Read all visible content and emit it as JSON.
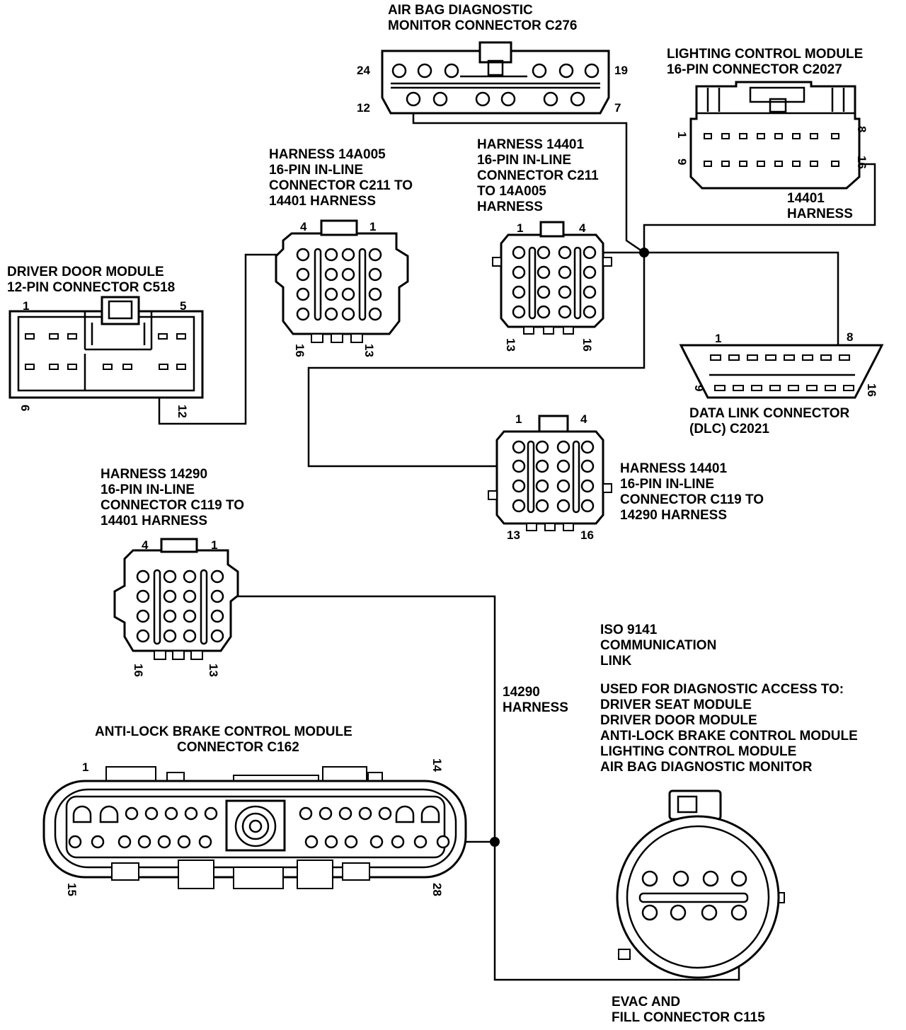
{
  "connectors": {
    "airbag": {
      "title_line1": "AIR BAG DIAGNOSTIC",
      "title_line2": "MONITOR CONNECTOR C276",
      "pin_tl": "24",
      "pin_tr": "19",
      "pin_bl": "12",
      "pin_br": "7"
    },
    "lighting": {
      "title_line1": "LIGHTING CONTROL MODULE",
      "title_line2": "16-PIN CONNECTOR C2027",
      "pin_1": "1",
      "pin_9": "9",
      "pin_8": "8",
      "pin_16": "16",
      "harness_line1": "14401",
      "harness_line2": "HARNESS"
    },
    "c211_14a005": {
      "title_line1": "HARNESS 14A005",
      "title_line2": "16-PIN IN-LINE",
      "title_line3": "CONNECTOR C211 TO",
      "title_line4": "14401 HARNESS",
      "pin_4": "4",
      "pin_1": "1",
      "pin_16": "16",
      "pin_13": "13"
    },
    "c211_14401": {
      "title_line1": "HARNESS 14401",
      "title_line2": "16-PIN IN-LINE",
      "title_line3": "CONNECTOR C211",
      "title_line4": "TO 14A005",
      "title_line5": "HARNESS",
      "pin_1": "1",
      "pin_4": "4",
      "pin_13": "13",
      "pin_16": "16"
    },
    "driver_door": {
      "title_line1": "DRIVER DOOR MODULE",
      "title_line2": "12-PIN CONNECTOR C518",
      "pin_1": "1",
      "pin_5": "5",
      "pin_6": "6",
      "pin_12": "12"
    },
    "dlc": {
      "title_line1": "DATA LINK CONNECTOR",
      "title_line2": "(DLC) C2021",
      "pin_1": "1",
      "pin_8": "8",
      "pin_9": "9",
      "pin_16": "16"
    },
    "c119_14401": {
      "title_line1": "HARNESS 14401",
      "title_line2": "16-PIN IN-LINE",
      "title_line3": "CONNECTOR C119 TO",
      "title_line4": "14290 HARNESS",
      "pin_1": "1",
      "pin_4": "4",
      "pin_13": "13",
      "pin_16": "16"
    },
    "c119_14290": {
      "title_line1": "HARNESS 14290",
      "title_line2": "16-PIN IN-LINE",
      "title_line3": "CONNECTOR C119 TO",
      "title_line4": "14401 HARNESS",
      "pin_4": "4",
      "pin_1": "1",
      "pin_16": "16",
      "pin_13": "13"
    },
    "abs": {
      "title_line1": "ANTI-LOCK BRAKE CONTROL MODULE",
      "title_line2": "CONNECTOR C162",
      "pin_1": "1",
      "pin_14": "14",
      "pin_15": "15",
      "pin_28": "28"
    },
    "evac": {
      "title_line1": "EVAC AND",
      "title_line2": "FILL CONNECTOR C115"
    }
  },
  "harness_14290": {
    "line1": "14290",
    "line2": "HARNESS"
  },
  "notes": {
    "iso_line1": "ISO 9141",
    "iso_line2": "COMMUNICATION",
    "iso_line3": "LINK",
    "used_for": "USED FOR DIAGNOSTIC ACCESS TO:",
    "modules": [
      "DRIVER SEAT MODULE",
      "DRIVER DOOR MODULE",
      "ANTI-LOCK BRAKE CONTROL MODULE",
      "LIGHTING CONTROL MODULE",
      "AIR BAG DIAGNOSTIC MONITOR"
    ]
  }
}
